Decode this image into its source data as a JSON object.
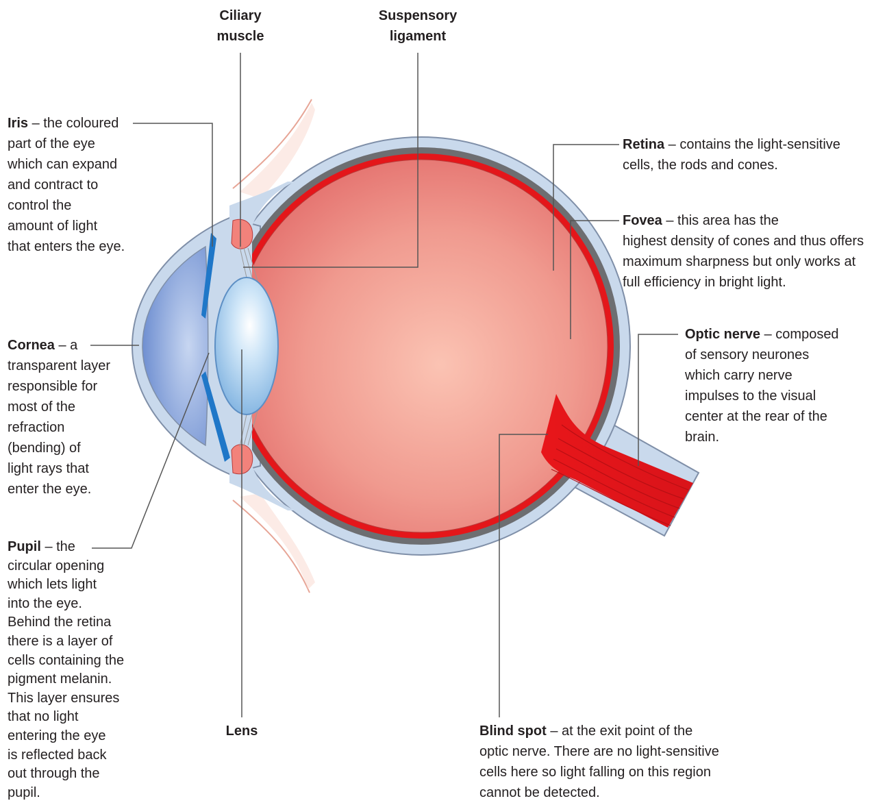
{
  "colors": {
    "vitreous": "#ef8f8a",
    "retina": "#e4161a",
    "sclera_outer": "#c9d9ec",
    "sclera_dark": "#6d6e71",
    "cornea": "#8ea8dc",
    "lens": "#9dc7ea",
    "iris": "#1f77c8",
    "leader": "#555555"
  },
  "labels": {
    "ciliary": {
      "title": "Ciliary\nmuscle"
    },
    "suspensory": {
      "title": "Suspensory\nligament"
    },
    "iris": {
      "title": "Iris",
      "text": " – the coloured\npart of the eye\nwhich can expand\nand contract to\ncontrol the\namount of light\nthat enters the eye."
    },
    "retina": {
      "title": "Retina",
      "text": " – contains the light-sensitive\ncells, the rods and cones."
    },
    "fovea": {
      "title": "Fovea",
      "text": " – this area has the\nhighest density of cones and thus offers\nmaximum sharpness but only works at\nfull efficiency in bright light."
    },
    "cornea": {
      "title": "Cornea",
      "text": " – a\ntransparent layer\nresponsible for\nmost of the\nrefraction\n(bending) of\nlight rays that\nenter the eye."
    },
    "optic": {
      "title": "Optic nerve",
      "text": " – composed\nof sensory neurones\nwhich carry nerve\nimpulses to the visual\ncenter at the rear of the\nbrain."
    },
    "pupil": {
      "title": "Pupil",
      "text": " – the\ncircular opening\nwhich lets light\ninto the eye.\nBehind the retina\nthere is a layer of\ncells containing the\npigment melanin.\nThis layer ensures\nthat no light\nentering the eye\nis reflected back\nout through the\npupil."
    },
    "lens": {
      "title": "Lens"
    },
    "blind": {
      "title": "Blind spot",
      "text": "  – at the exit point of the\noptic nerve. There are no light-sensitive\ncells here so light falling on this region\ncannot be detected."
    }
  }
}
